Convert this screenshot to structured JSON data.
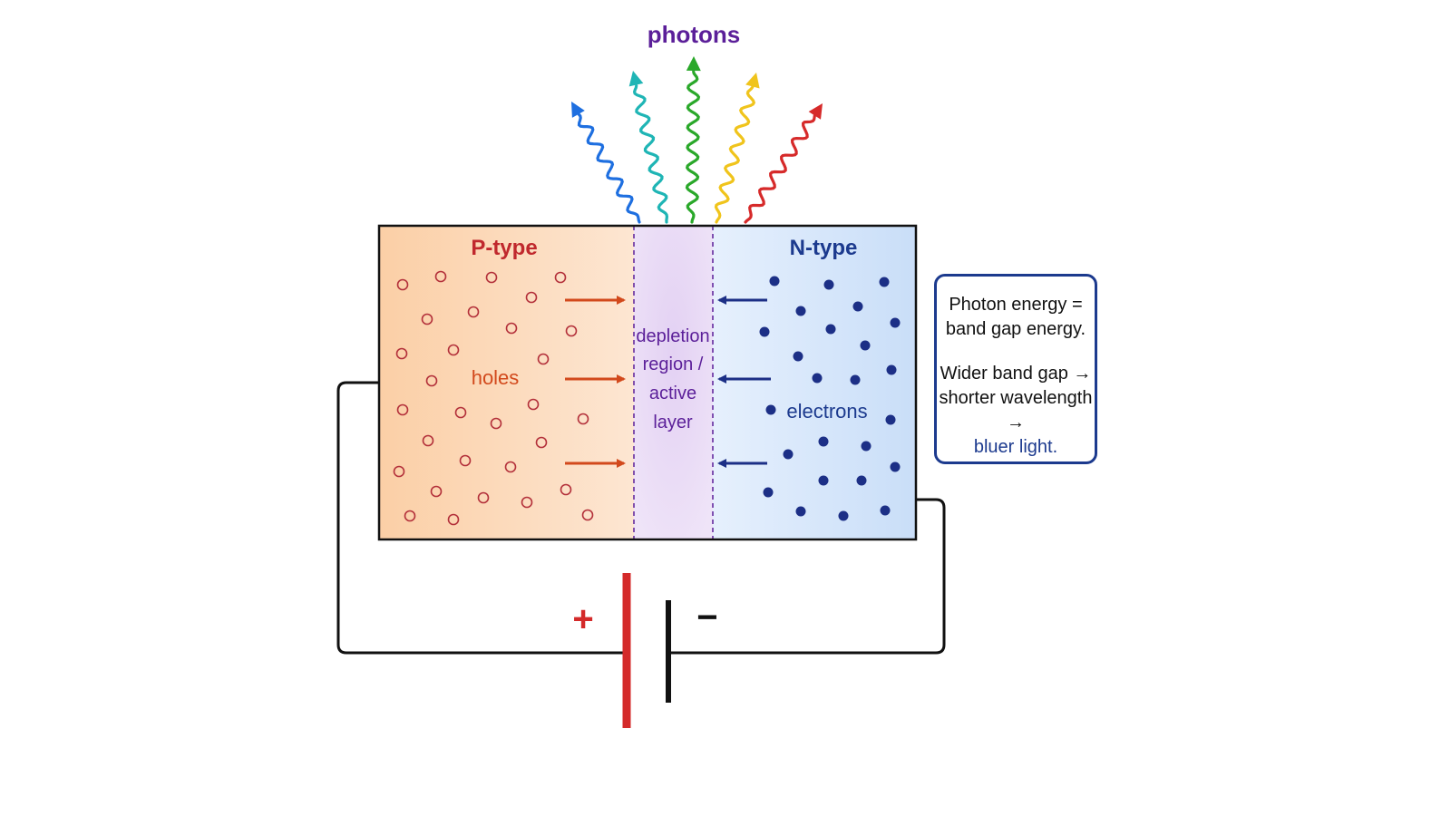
{
  "title": "photons",
  "p_region": {
    "label": "P-type",
    "carrier_label": "holes"
  },
  "n_region": {
    "label": "N-type",
    "carrier_label": "electrons"
  },
  "depletion": {
    "lines": [
      "depletion",
      "region /",
      "active",
      "layer"
    ]
  },
  "battery": {
    "plus": "+",
    "minus": "−"
  },
  "info": {
    "line1": "Photon energy =",
    "line2": "band gap energy.",
    "line3": "Wider band gap →",
    "line4": "shorter wavelength →",
    "line5": "blueer light."
  },
  "colors": {
    "title": "#5b1f99",
    "p_label": "#c0282d",
    "holes": "#d2491c",
    "hole_marker": "#b3303a",
    "n_label": "#1c3a8e",
    "electron": "#1c2f86",
    "depletion_text": "#5b1f99",
    "battery_plus": "#d42a2a",
    "photon_colors": [
      "#1e6fe0",
      "#1fb5b5",
      "#2aa82a",
      "#f0c41c",
      "#d62a2a"
    ]
  }
}
